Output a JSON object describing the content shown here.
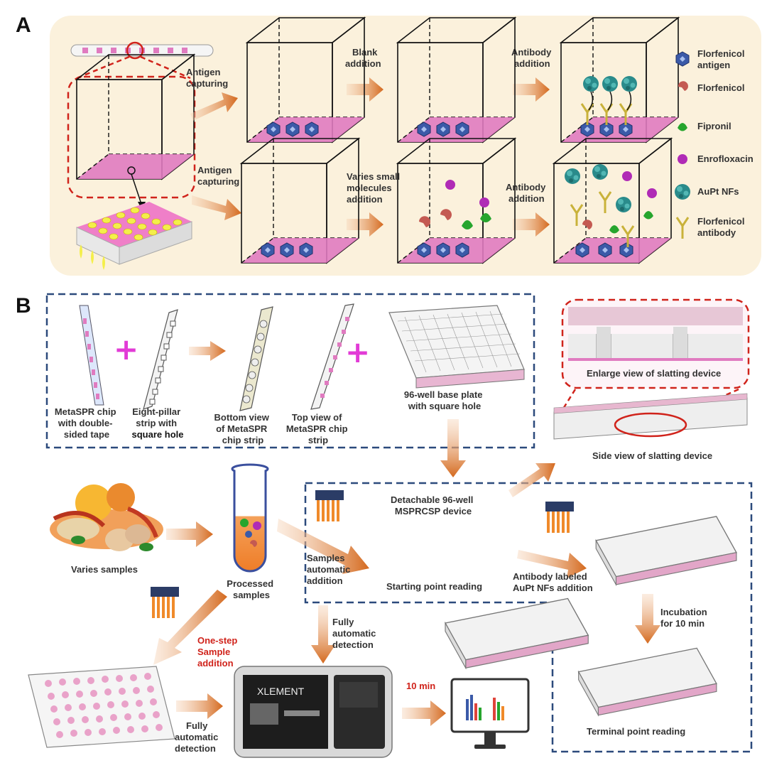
{
  "panelA": {
    "label": "A",
    "antigen_capturing_top": [
      "Antigen",
      "capturing"
    ],
    "antigen_capturing_bottom": [
      "Antigen",
      "capturing"
    ],
    "blank_addition": [
      "Blank",
      "addition"
    ],
    "antibody_addition_top": [
      "Antibody",
      "addition"
    ],
    "varies_small_molecules": [
      "Varies small",
      "molecules",
      "addition"
    ],
    "antibody_addition_bottom": [
      "Antibody",
      "addition"
    ],
    "legend": [
      {
        "icon": "florfenicol-antigen-icon",
        "lines": [
          "Florfenicol",
          "antigen"
        ]
      },
      {
        "icon": "florfenicol-icon",
        "lines": [
          "Florfenicol"
        ]
      },
      {
        "icon": "fipronil-icon",
        "lines": [
          "Fipronil"
        ]
      },
      {
        "icon": "enrofloxacin-icon",
        "lines": [
          "Enrofloxacin"
        ]
      },
      {
        "icon": "aupt-nfs-icon",
        "lines": [
          "AuPt NFs"
        ]
      },
      {
        "icon": "florfenicol-antibody-icon",
        "lines": [
          "Florfenicol",
          "antibody"
        ]
      }
    ]
  },
  "panelB": {
    "label": "B",
    "metaspr_chip": [
      "MetaSPR chip",
      "with double-",
      "sided tape"
    ],
    "eight_pillar": [
      "Eight-pillar",
      "strip with",
      "square hole"
    ],
    "bottom_view": [
      "Bottom view",
      "of MetaSPR",
      "chip strip"
    ],
    "top_view": [
      "Top view of",
      "MetaSPR chip",
      "strip"
    ],
    "base_plate": [
      "96-well base plate",
      "with square hole"
    ],
    "enlarge_view": "Enlarge view of slatting device",
    "side_view": "Side view of slatting device",
    "detachable": [
      "Detachable 96-well",
      "MSPRCSP device"
    ],
    "varies_samples": "Varies samples",
    "processed_samples": [
      "Processed",
      "samples"
    ],
    "samples_auto": [
      "Samples",
      "automatic",
      "addition"
    ],
    "starting_point": "Starting point reading",
    "antibody_labeled": [
      "Antibody labeled",
      "AuPt NFs addition"
    ],
    "incubation": [
      "Incubation",
      "for 10 min"
    ],
    "fully_auto_mid": [
      "Fully",
      "automatic",
      "detection"
    ],
    "one_step": [
      "One-step",
      "Sample",
      "addition"
    ],
    "fully_auto_bottom": [
      "Fully",
      "automatic",
      "detection"
    ],
    "ten_min": "10 min",
    "terminal_point": "Terminal point  reading",
    "instrument_brand": "XLEMENT"
  },
  "colors": {
    "panel_bg": "#fbf1dc",
    "arrow": "#d4691e",
    "pink": "#e07bc0",
    "blue_box_dash": "#2c4a7c",
    "red_dash": "#d0231b",
    "plus": "#e23bd6",
    "antigen_blue": "#3b5aa8",
    "antibody_yellow": "#c9b23a",
    "nf_teal": "#2a8b8b",
    "fipronil_green": "#26a52d",
    "enro_purple": "#b02bb6",
    "florfenicol_red": "#c45a52",
    "sample_orange": "#f0822e"
  }
}
